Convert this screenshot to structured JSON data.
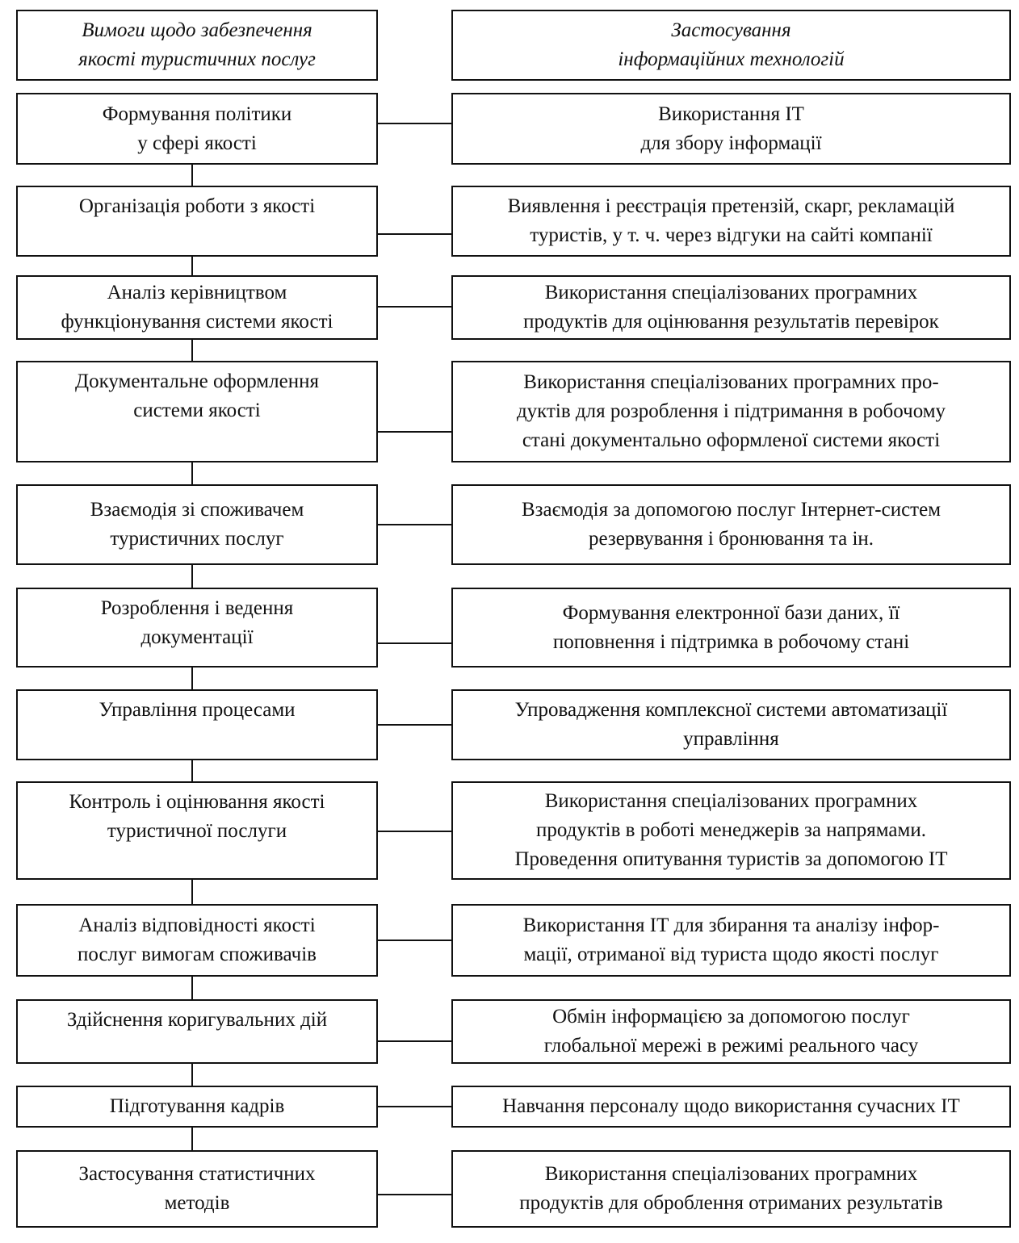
{
  "headers": {
    "left": "Вимоги щодо забезпечення\nякості туристичних послуг",
    "right": "Застосування\nінформаційних технологій"
  },
  "rows": [
    {
      "requirement": "Формування політики\nу сфері якості",
      "technology": "Використання ІТ\nдля збору інформації"
    },
    {
      "requirement": "Організація роботи з якості",
      "technology": "Виявлення і реєстрація претензій, скарг, рекламацій\nтуристів, у т. ч. через відгуки на сайті компанії"
    },
    {
      "requirement": "Аналіз керівництвом\nфункціонування системи якості",
      "technology": "Використання спеціалізованих програмних\nпродуктів для оцінювання результатів перевірок"
    },
    {
      "requirement": "Документальне оформлення\nсистеми якості",
      "technology": "Використання спеціалізованих програмних про-\nдуктів для розроблення і підтримання в робочому\nстані документально оформленої системи якості"
    },
    {
      "requirement": "Взаємодія зі споживачем\nтуристичних послуг",
      "technology": "Взаємодія за допомогою послуг Інтернет-систем\nрезервування і бронювання та ін."
    },
    {
      "requirement": "Розроблення і ведення\nдокументації",
      "technology": "Формування електронної бази даних, її\nпоповнення і підтримка в робочому стані"
    },
    {
      "requirement": "Управління процесами",
      "technology": "Упровадження комплексної системи автоматизації\nуправління"
    },
    {
      "requirement": "Контроль і оцінювання якості\nтуристичної послуги",
      "technology": "Використання спеціалізованих програмних\nпродуктів в роботі менеджерів за напрямами.\nПроведення опитування туристів за допомогою ІТ"
    },
    {
      "requirement": "Аналіз відповідності якості\nпослуг вимогам споживачів",
      "technology": "Використання ІТ для збирання та аналізу інфор-\nмації, отриманої від туриста щодо якості послуг"
    },
    {
      "requirement": "Здійснення коригувальних дій",
      "technology": "Обмін інформацією за допомогою послуг\nглобальної мережі в режимі реального часу"
    },
    {
      "requirement": "Підготування кадрів",
      "technology": "Навчання персоналу щодо використання сучасних ІТ"
    },
    {
      "requirement": "Застосування статистичних\nметодів",
      "technology": "Використання спеціалізованих програмних\nпродуктів для оброблення отриманих результатів"
    }
  ]
}
